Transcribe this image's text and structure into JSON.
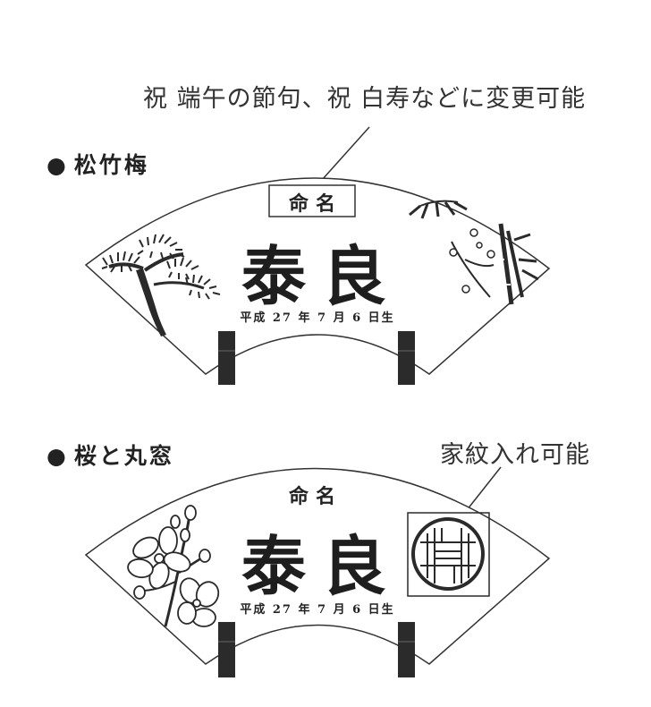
{
  "annotations": {
    "top_note": "祝 端午の節句、祝 白寿などに変更可能",
    "crest_note": "家紋入れ可能"
  },
  "designs": [
    {
      "label": "松竹梅",
      "bullet": "●",
      "title": "命名",
      "name": "泰良",
      "date": "平成 27 年 7 月 6 日生",
      "left_art": "pine-tree-icon",
      "right_art": "bamboo-plum-icon"
    },
    {
      "label": "桜と丸窓",
      "bullet": "●",
      "title": "命名",
      "name": "泰良",
      "date": "平成 27 年 7 月 6 日生",
      "left_art": "cherry-blossom-icon",
      "right_art": "round-window-crest-icon"
    }
  ],
  "colors": {
    "ink": "#222222",
    "stand": "#2b2b2b",
    "line": "#333333"
  }
}
